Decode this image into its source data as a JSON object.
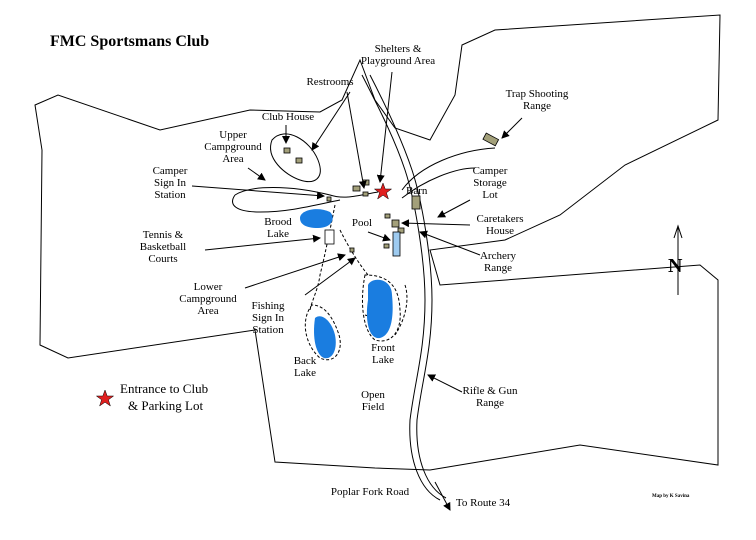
{
  "title": "FMC Sportsmans Club",
  "credit": "Map by K Savina",
  "north_label": "N",
  "legend": {
    "line1": "Entrance to Club",
    "line2": "& Parking Lot",
    "star_color": "#e02020"
  },
  "colors": {
    "water": "#1a7de0",
    "building": "#a3a07a",
    "outline": "#000000",
    "pool": "#9ecbf0"
  },
  "labels": {
    "shelters": [
      "Shelters &",
      "Playground Area"
    ],
    "restrooms": [
      "Restrooms"
    ],
    "trap": [
      "Trap Shooting",
      "Range"
    ],
    "clubhouse": [
      "Club House"
    ],
    "upper_camp": [
      "Upper",
      "Campground",
      "Area"
    ],
    "camper_signin": [
      "Camper",
      "Sign In",
      "Station"
    ],
    "barn": [
      "Barn"
    ],
    "camper_storage": [
      "Camper",
      "Storage",
      "Lot"
    ],
    "brood": [
      "Brood",
      "Lake"
    ],
    "pool": [
      "Pool"
    ],
    "caretakers": [
      "Caretakers",
      "House"
    ],
    "tennis": [
      "Tennis &",
      "Basketball",
      "Courts"
    ],
    "archery": [
      "Archery",
      "Range"
    ],
    "lower_camp": [
      "Lower",
      "Campground",
      "Area"
    ],
    "fishing": [
      "Fishing",
      "Sign In",
      "Station"
    ],
    "back_lake": [
      "Back",
      "Lake"
    ],
    "front_lake": [
      "Front",
      "Lake"
    ],
    "open_field": [
      "Open",
      "Field"
    ],
    "rifle": [
      "Rifle & Gun",
      "Range"
    ],
    "road": [
      "Poplar Fork Road"
    ],
    "route": [
      "To Route 34"
    ]
  }
}
